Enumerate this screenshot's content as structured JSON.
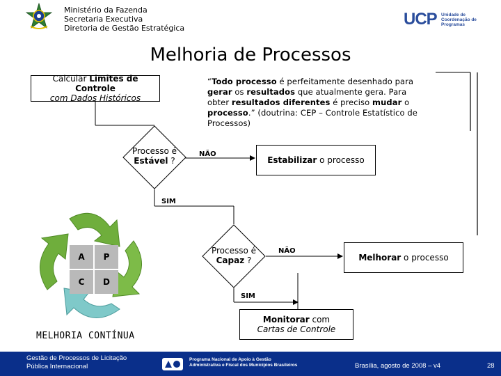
{
  "header": {
    "line1": "Ministério da Fazenda",
    "line2": "Secretaria Executiva",
    "line3": "Diretoria de Gestão Estratégica",
    "ucp_logo": "UCP",
    "ucp_sub1": "Unidade de",
    "ucp_sub2": "Coordenação de",
    "ucp_sub3": "Programas"
  },
  "title": "Melhoria de Processos",
  "box_limits": {
    "bold": "Limites de Controle",
    "pre": "Calcular ",
    "line2": "com Dados Históricos"
  },
  "quote": {
    "p1": "“",
    "b1": "Todo processo",
    "p2": " é perfeitamente desenhado para ",
    "b2": "gerar",
    "p3": " os ",
    "b3": "resultados",
    "p4": " que atualmente gera. Para obter ",
    "b4": "resultados diferentes",
    "p5": " é preciso ",
    "b5": "mudar",
    "p6": " o ",
    "b6": "processo",
    "p7": ".” (doutrina: CEP – Controle Estatístico de Processos)"
  },
  "diamond1": {
    "line1": "Processo é",
    "bold": "Estável",
    "q": " ?"
  },
  "diamond2": {
    "line1": "Processo é",
    "bold": "Capaz",
    "q": " ?"
  },
  "labels": {
    "nao": "NÃO",
    "sim": "SIM"
  },
  "box_estabilizar": {
    "bold": "Estabilizar",
    "rest": " o processo"
  },
  "box_melhorar": {
    "bold": "Melhorar",
    "rest": " o processo"
  },
  "box_monitorar": {
    "bold": "Monitorar",
    "rest": " com",
    "line2": "Cartas de Controle"
  },
  "pdca": {
    "a": "A",
    "p": "P",
    "c": "C",
    "d": "D",
    "caption": "MELHORIA CONTÍNUA"
  },
  "footer": {
    "left1": "Gestão de Processos de Licitação",
    "left2": "Pública Internacional",
    "mid1": "Programa Nacional de Apoio à Gestão",
    "mid2": "Administrativa e Fiscal dos Municípios Brasileiros",
    "date": "Brasília, agosto de  2008 – v4",
    "page": "28"
  },
  "colors": {
    "footer_bg": "#0a2f8a",
    "ucp_blue": "#2a4d9c",
    "arrow_green": "#6fae3c",
    "arrow_teal": "#7fc9c9",
    "pdca_cell": "#b9b9b9"
  }
}
